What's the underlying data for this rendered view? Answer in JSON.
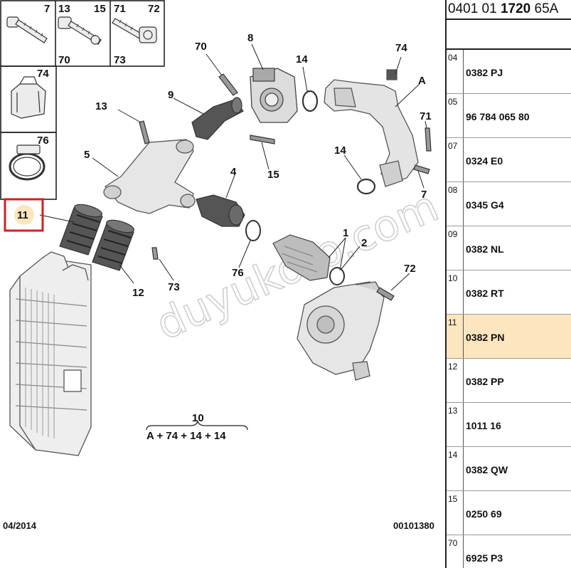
{
  "diagram": {
    "inset_labels": [
      "7",
      "13",
      "15",
      "70",
      "71",
      "72",
      "73",
      "74",
      "76"
    ],
    "callouts": [
      "1",
      "2",
      "4",
      "5",
      "7",
      "8",
      "9",
      "11",
      "12",
      "13",
      "14",
      "14",
      "15",
      "70",
      "71",
      "72",
      "73",
      "74",
      "76",
      "A"
    ],
    "selected_callout": "11",
    "kit_number": "10",
    "kit_formula": "A + 74 + 14 + 14",
    "date_code": "04/2014",
    "drawing_number": "00101380",
    "watermark": "duyukoto.com",
    "highlight_color": "#d32020",
    "selected_fill": "#fde6bf"
  },
  "panel": {
    "header_prefix": "0401 01 ",
    "header_bold": "1720",
    "header_suffix": " 65A",
    "rows": [
      {
        "ref": "04",
        "part": "0382 PJ"
      },
      {
        "ref": "05",
        "part": "96 784 065 80"
      },
      {
        "ref": "07",
        "part": "0324 E0"
      },
      {
        "ref": "08",
        "part": "0345 G4"
      },
      {
        "ref": "09",
        "part": "0382 NL"
      },
      {
        "ref": "10",
        "part": "0382 RT"
      },
      {
        "ref": "11",
        "part": "0382 PN"
      },
      {
        "ref": "12",
        "part": "0382 PP"
      },
      {
        "ref": "13",
        "part": "1011 16"
      },
      {
        "ref": "14",
        "part": "0382 QW"
      },
      {
        "ref": "15",
        "part": "0250 69"
      },
      {
        "ref": "70",
        "part": "6925 P3"
      }
    ],
    "selected_ref": "11"
  }
}
